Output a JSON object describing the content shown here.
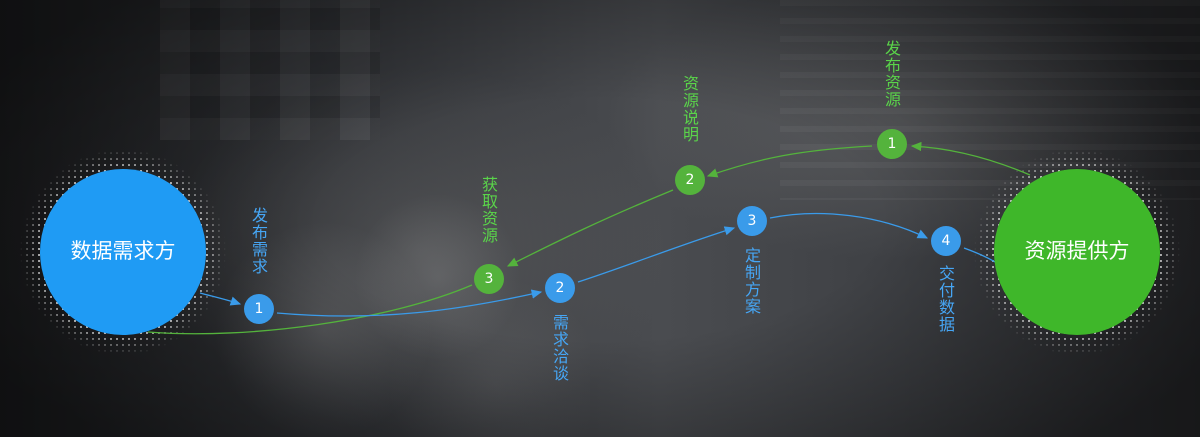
{
  "nodes": {
    "demand": {
      "label": "数据需求方",
      "color": "#1f9bf4"
    },
    "provider": {
      "label": "资源提供方",
      "color": "#3fb72a"
    }
  },
  "blue_flow": {
    "color": "#3a9bea",
    "steps": [
      {
        "number": "1",
        "label": "发布需求"
      },
      {
        "number": "2",
        "label": "需求洽谈"
      },
      {
        "number": "3",
        "label": "定制方案"
      },
      {
        "number": "4",
        "label": "交付数据"
      }
    ]
  },
  "green_flow": {
    "color": "#54b33c",
    "steps": [
      {
        "number": "1",
        "label": "发布资源"
      },
      {
        "number": "2",
        "label": "资源说明"
      },
      {
        "number": "3",
        "label": "获取资源"
      }
    ]
  }
}
